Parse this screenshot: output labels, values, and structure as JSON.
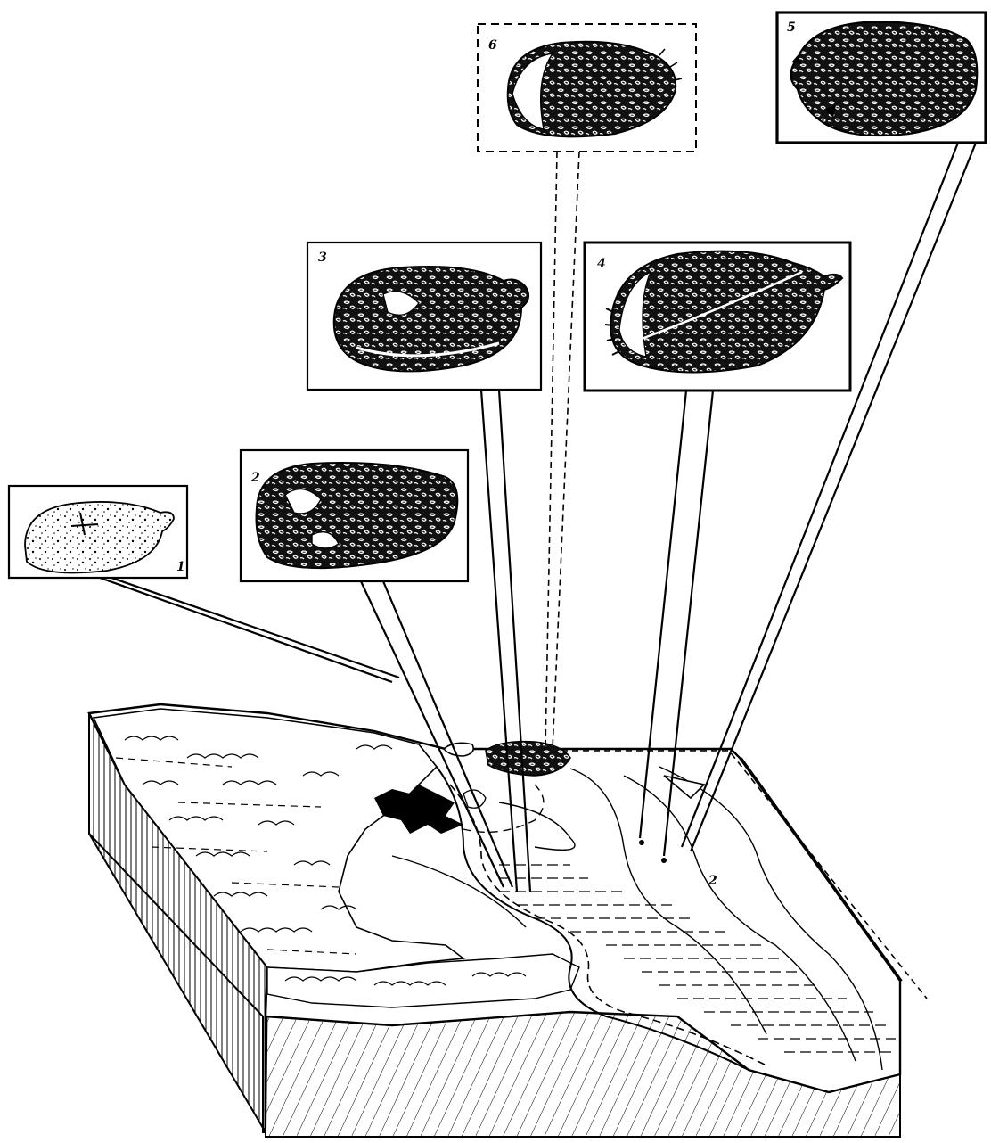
{
  "figure": {
    "specimens": [
      {
        "id": "s1",
        "number": "1",
        "frame": "solid"
      },
      {
        "id": "s2",
        "number": "2",
        "frame": "solid"
      },
      {
        "id": "s3",
        "number": "3",
        "frame": "solid"
      },
      {
        "id": "s4",
        "number": "4",
        "frame": "solid"
      },
      {
        "id": "s5",
        "number": "5",
        "frame": "solid"
      },
      {
        "id": "s6",
        "number": "6",
        "frame": "dashed"
      }
    ],
    "markers": {
      "site_2_label": "2"
    },
    "colors": {
      "ink": "#000000",
      "paper": "#ffffff"
    }
  }
}
